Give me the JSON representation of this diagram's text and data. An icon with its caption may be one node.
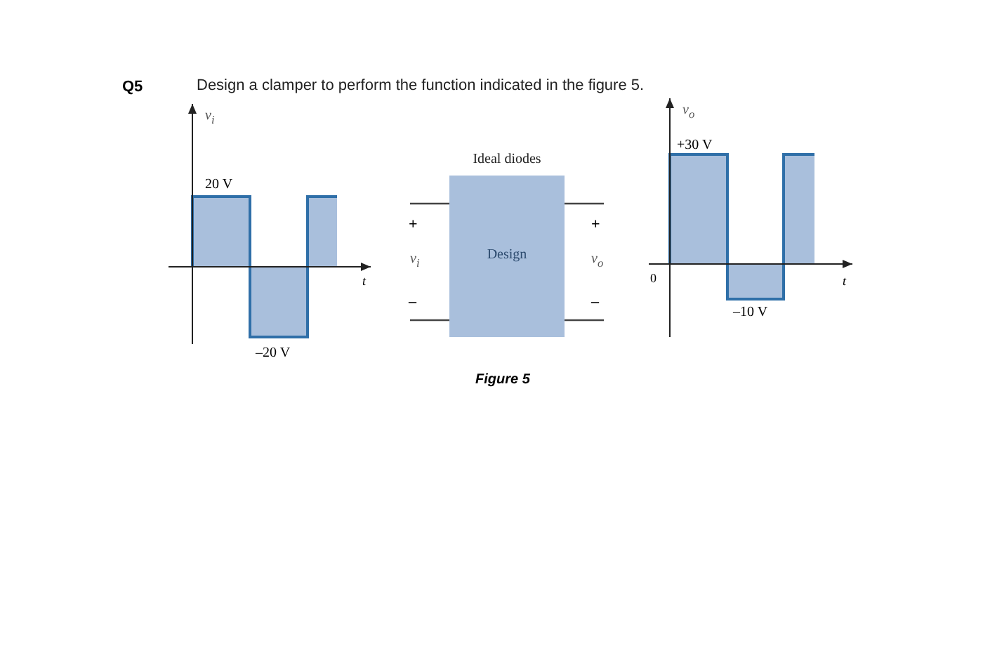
{
  "diagram": {
    "title": "Design a clamper to perform the function indicated in the figure 5.",
    "caption": "Figure 5",
    "nodes": [
      {
        "text": [
          "Ideal diodes",
          "Design"
        ]
      }
    ],
    "edges": [],
    "labels": [
      "Q5",
      "v$_{i}$",
      "20 V",
      "t",
      "–20 V",
      "+",
      "v$_{i}$",
      "–",
      "+",
      "v$_{o}$",
      "–",
      "v$_{o}$",
      "+30 V",
      "0",
      "t",
      "–10 V"
    ]
  }
}
